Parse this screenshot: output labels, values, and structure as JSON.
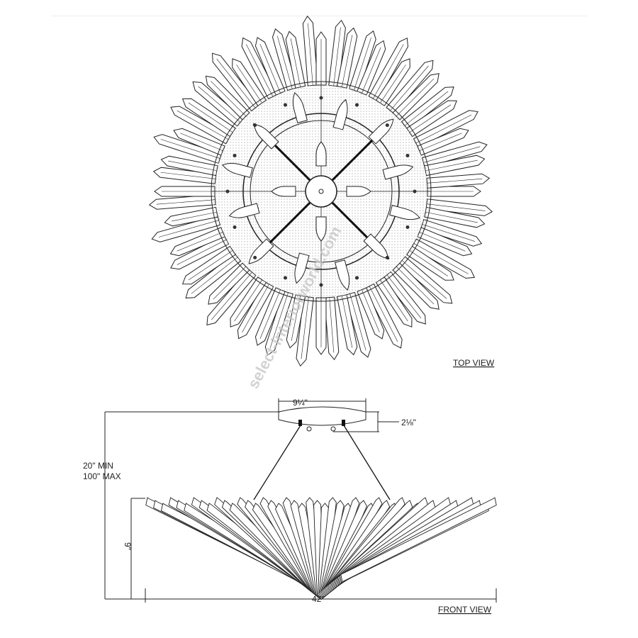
{
  "drawing": {
    "top_view_label": "TOP VIEW",
    "front_view_label": "FRONT VIEW",
    "canopy_width": "9¼\"",
    "canopy_height": "2⅛\"",
    "overall_height_min": "20\" MIN",
    "overall_height_max": "100\" MAX",
    "fixture_height": "9\"",
    "fixture_width": "42\"",
    "watermark": "select-interiorworld.com"
  },
  "colors": {
    "line": "#222222",
    "dots": "#bbbbbb",
    "watermark": "#c8c8c8"
  }
}
